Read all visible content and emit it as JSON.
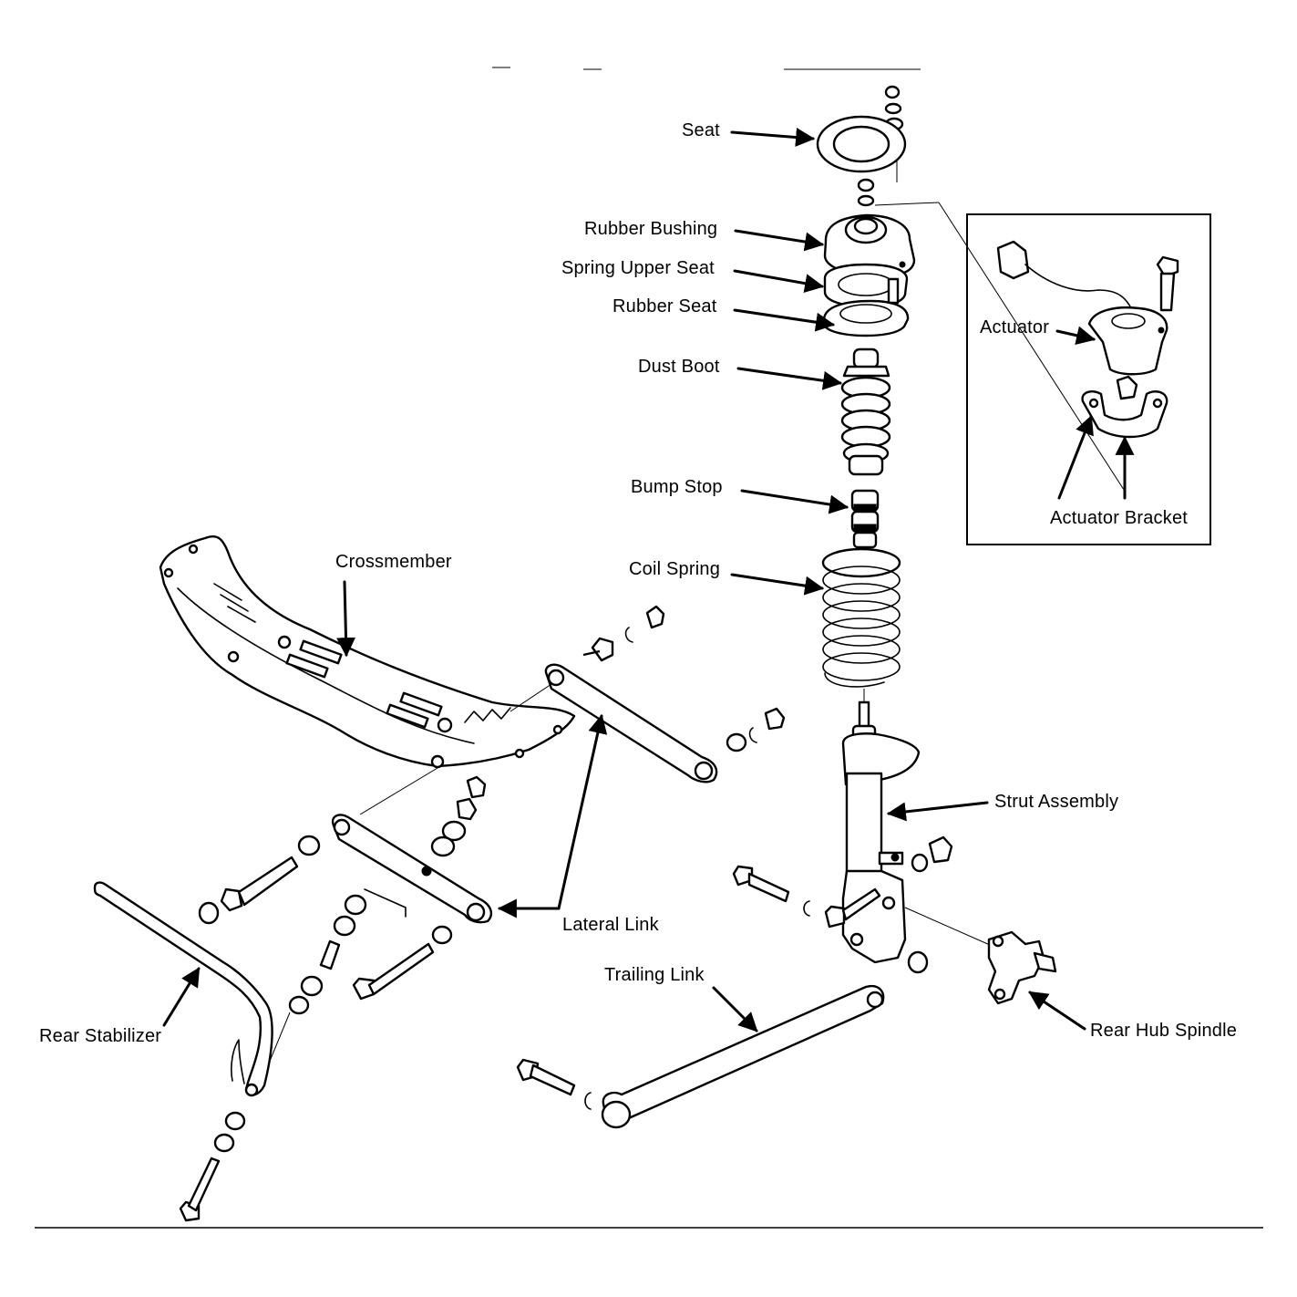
{
  "colors": {
    "ink": "#000000",
    "paper": "#ffffff"
  },
  "labels": {
    "seat": "Seat",
    "rubber_bushing": "Rubber Bushing",
    "spring_upper_seat": "Spring Upper Seat",
    "rubber_seat": "Rubber Seat",
    "dust_boot": "Dust Boot",
    "bump_stop": "Bump Stop",
    "coil_spring": "Coil Spring",
    "crossmember": "Crossmember",
    "strut_assembly": "Strut Assembly",
    "lateral_link": "Lateral Link",
    "trailing_link": "Trailing Link",
    "rear_stabilizer": "Rear Stabilizer",
    "rear_hub_spindle": "Rear Hub Spindle",
    "actuator": "Actuator",
    "actuator_bracket": "Actuator Bracket"
  }
}
